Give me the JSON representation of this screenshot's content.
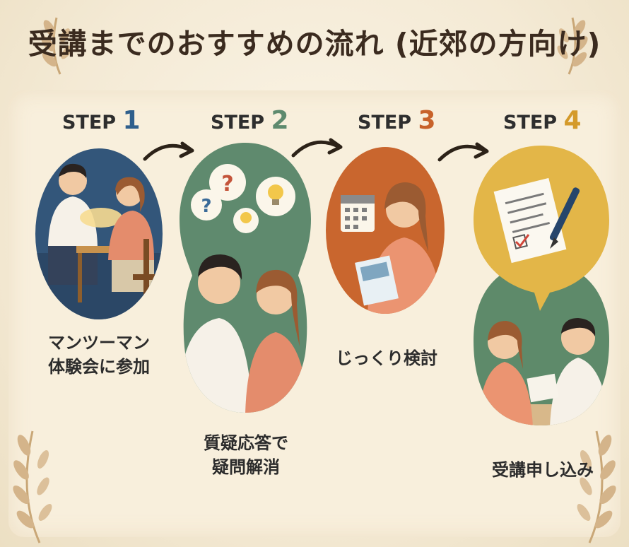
{
  "title": "受講までのおすすめの流れ (近郊の方向け)",
  "colors": {
    "step1": "#33567a",
    "step2": "#5f8a6e",
    "step3": "#c9662e",
    "step4_top": "#e3b648",
    "step4_bottom": "#5e8a6a",
    "num1": "#2f5f8c",
    "num2": "#5e8a6a",
    "num3": "#c8622a",
    "num4": "#d49a2a"
  },
  "steps": [
    {
      "prefix": "STEP",
      "num": "1",
      "text_lines": [
        "マンツーマン",
        "体験会に参加"
      ]
    },
    {
      "prefix": "STEP",
      "num": "2",
      "text_lines": [
        "質疑応答で",
        "疑問解消"
      ]
    },
    {
      "prefix": "STEP",
      "num": "3",
      "text_lines": [
        "じっくり検討"
      ]
    },
    {
      "prefix": "STEP",
      "num": "4",
      "text_lines": [
        "受講申し込み"
      ]
    }
  ],
  "icons": {
    "step1": "consultation-illustration",
    "step2": "question-lightbulb-illustration",
    "step3": "calendar-brochure-illustration",
    "step4": "document-pen-illustration"
  }
}
